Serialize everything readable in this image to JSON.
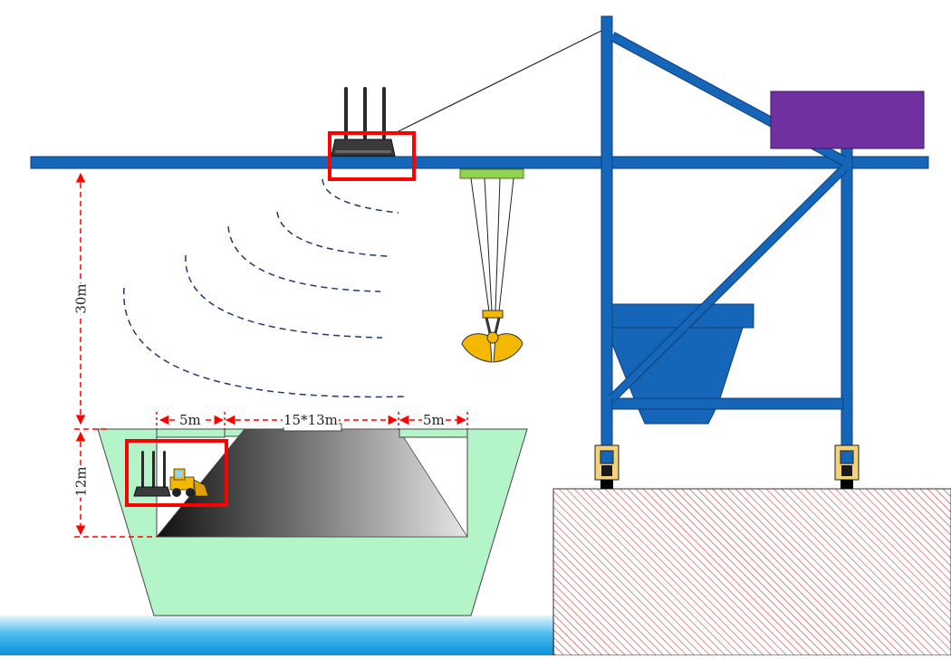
{
  "dimensions": {
    "height_top": "30m",
    "height_hold": "12m",
    "left_margin": "5m",
    "center_area": "15*13m",
    "right_margin": "5m"
  },
  "icons": {
    "router_top": "wifi-router-icon",
    "router_ship": "wifi-router-icon",
    "loader": "wheel-loader-icon",
    "grab_bucket": "grab-bucket-icon",
    "signal_waves": "wireless-signal-arcs"
  },
  "colors": {
    "crane_blue": "#1565b8",
    "cabin_purple": "#7030a0",
    "trolley_green": "#92d050",
    "hold_green": "#b3f5c9",
    "bucket_yellow": "#f5b800",
    "highlight_red": "#ff0000",
    "dimension_red": "#ff0000",
    "wave_navy": "#1f3a6e",
    "water_blue": "#29a8e8",
    "quay_hatch": "#c04040"
  }
}
